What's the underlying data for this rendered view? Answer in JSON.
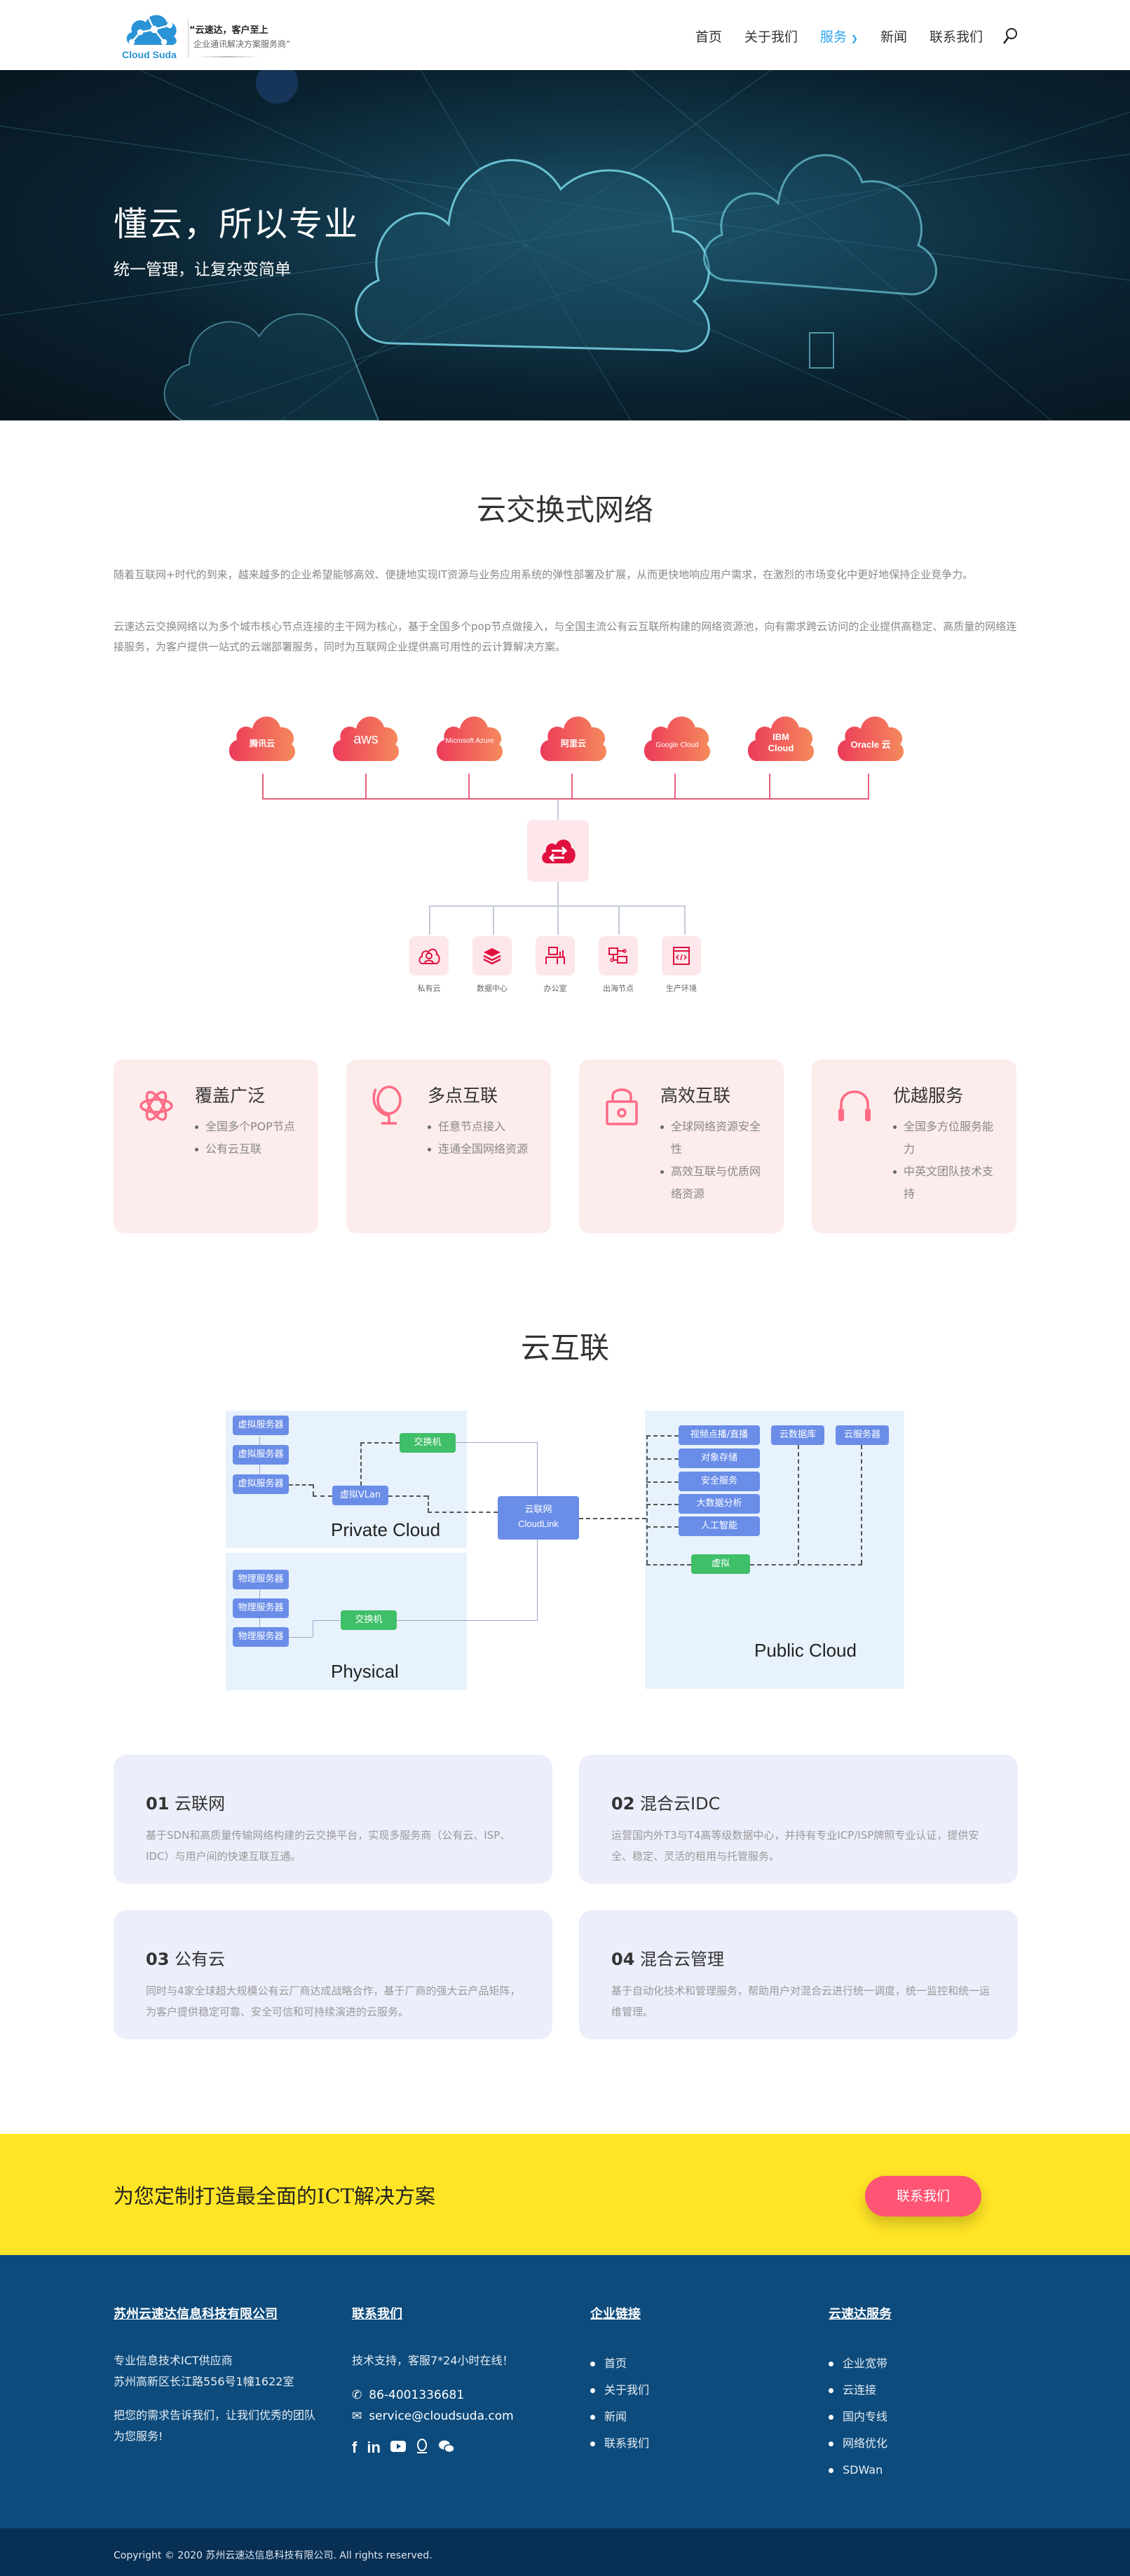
{
  "header": {
    "logo_name": "Cloud Suda",
    "tagline_1": "“云速达，客户至上",
    "tagline_2": "企业通讯解决方案服务商”",
    "nav": [
      {
        "label": "首页"
      },
      {
        "label": "关于我们"
      },
      {
        "label": "服务",
        "active": true
      },
      {
        "label": "新闻"
      },
      {
        "label": "联系我们"
      }
    ],
    "accent_color": "#2ea3f2"
  },
  "hero": {
    "title": "懂云，所以专业",
    "subtitle": "统一管理，让复杂变简单"
  },
  "exchange_section": {
    "title": "云交换式网络",
    "paragraphs": [
      "随着互联网+时代的到来，越来越多的企业希望能够高效、便捷地实现IT资源与业务应用系统的弹性部署及扩展，从而更快地响应用户需求，在激烈的市场变化中更好地保持企业竞争力。",
      "云速达云交换网络以为多个城市核心节点连接的主干网为核心，基于全国多个pop节点做接入，与全国主流公有云互联所构建的网络资源池，向有需求跨云访问的企业提供高稳定、高质量的网络连接服务，为客户提供一站式的云端部署服务，同时为互联网企业提供高可用性的云计算解决方案。"
    ],
    "providers": [
      "腾讯云",
      "aws",
      "Microsoft Azure",
      "阿里云",
      "Google Cloud",
      "IBM Cloud",
      "Oracle 云"
    ],
    "endpoints": [
      "私有云",
      "数据中心",
      "办公室",
      "出海节点",
      "生产环境"
    ]
  },
  "features": [
    {
      "title": "覆盖广泛",
      "icon": "atom-icon",
      "items": [
        "全国多个POP节点",
        "公有云互联"
      ]
    },
    {
      "title": "多点互联",
      "icon": "globe-icon",
      "items": [
        "任意节点接入",
        "连通全国网络资源"
      ]
    },
    {
      "title": "高效互联",
      "icon": "lock-icon",
      "items": [
        "全球网络资源安全性",
        "高效互联与优质网络资源"
      ]
    },
    {
      "title": "优越服务",
      "icon": "headphones-icon",
      "items": [
        "全国多方位服务能力",
        "中英文团队技术支持"
      ]
    }
  ],
  "interconnect_section": {
    "title": "云互联",
    "private_cloud": {
      "label": "Private Cloud",
      "servers": [
        "虚拟服务器",
        "虚拟服务器",
        "虚拟服务器"
      ],
      "vlan": "虚拟VLan",
      "switch": "交换机"
    },
    "physical": {
      "label": "Physical",
      "servers": [
        "物理服务器",
        "物理服务器",
        "物理服务器"
      ],
      "switch": "交换机"
    },
    "hub": {
      "line1": "云联网",
      "line2": "CloudLink"
    },
    "public_cloud": {
      "label": "Public Cloud",
      "services": [
        "视频点播/直播",
        "对象存储",
        "安全服务",
        "大数据分析",
        "人工智能"
      ],
      "virtual": "虚拟",
      "database": "云数据库",
      "server": "云服务器"
    }
  },
  "cards": [
    {
      "num": "01",
      "title": "云联网",
      "desc": "基于SDN和高质量传输网络构建的云交换平台，实现多服务商（公有云、ISP、IDC）与用户间的快速互联互通。"
    },
    {
      "num": "02",
      "title": "混合云IDC",
      "desc": "运营国内外T3与T4高等级数据中心，并持有专业ICP/ISP牌照专业认证，提供安全、稳定、灵活的租用与托管服务。"
    },
    {
      "num": "03",
      "title": "公有云",
      "desc": "同时与4家全球超大规模公有云厂商达成战略合作，基于厂商的强大云产品矩阵，为客户提供稳定可靠、安全可信和可持续演进的云服务。"
    },
    {
      "num": "04",
      "title": "混合云管理",
      "desc": "基于自动化技术和管理服务，帮助用户对混合云进行统一调度，统一监控和统一运维管理。"
    }
  ],
  "cta": {
    "text": "为您定制打造最全面的ICT解决方案",
    "button": "联系我们",
    "bg_color": "#ffe526",
    "button_color": "#ff5473"
  },
  "footer": {
    "company": {
      "heading": "苏州云速达信息科技有限公司",
      "line1": "专业信息技术ICT供应商",
      "line2": "苏州高新区长江路556号1幢1622室",
      "line3": "把您的需求告诉我们，让我们优秀的团队为您服务!"
    },
    "contact": {
      "heading": "联系我们",
      "support": "技术支持，客服7*24小时在线！",
      "phone": "86-4001336681",
      "email": "service@cloudsuda.com",
      "social": [
        "facebook-icon",
        "linkedin-icon",
        "youtube-icon",
        "qq-icon",
        "wechat-icon"
      ]
    },
    "links": {
      "heading": "企业链接",
      "items": [
        "首页",
        "关于我们",
        "新闻",
        "联系我们"
      ]
    },
    "services": {
      "heading": "云速达服务",
      "items": [
        "企业宽带",
        "云连接",
        "国内专线",
        "网络优化",
        "SDWan"
      ]
    },
    "copyright": "Copyright © 2020 苏州云速达信息科技有限公司. All rights reserved.",
    "bg_color": "#0d4b7c"
  }
}
